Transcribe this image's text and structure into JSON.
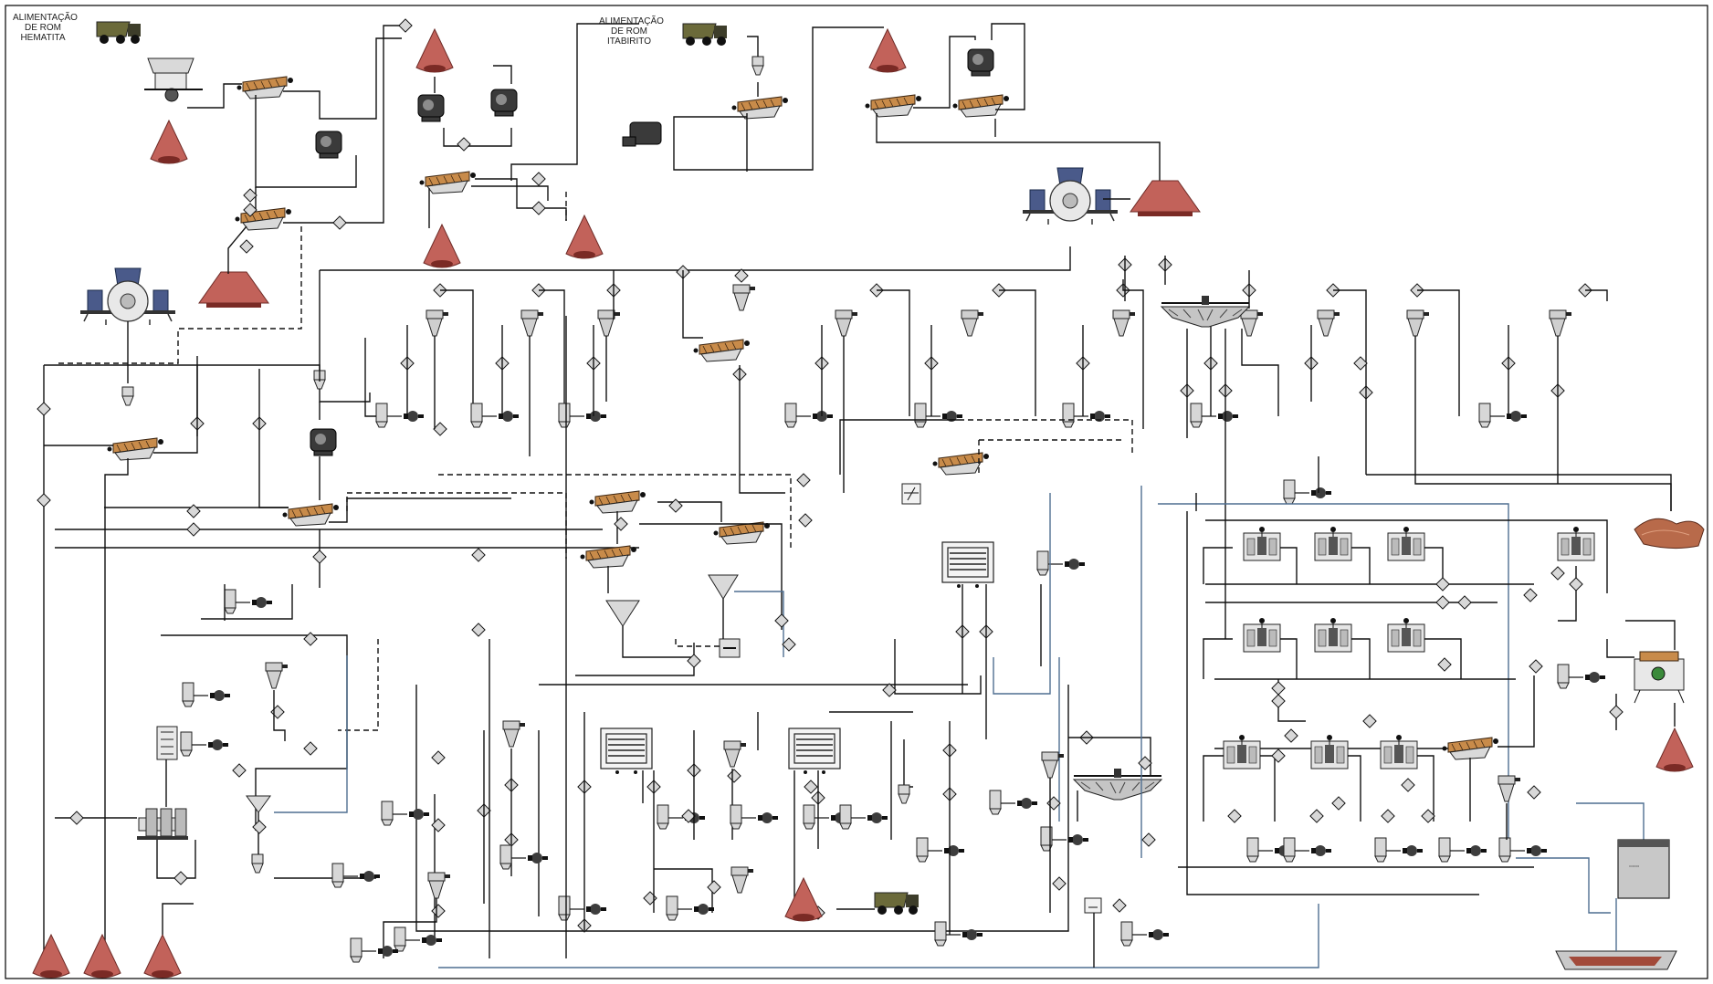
{
  "feed_labels": {
    "hematita": [
      "ALIMENTAÇÃO",
      "DE ROM",
      "HEMATITA"
    ],
    "itabirito": [
      "ALIMENTAÇÃO",
      "DE ROM",
      "ITABIRITO"
    ]
  },
  "colors": {
    "stockpile": "#c2625a",
    "screen_deck": "#c88b4a",
    "mill_hopper": "#4a5a8a",
    "pipe": "#111111",
    "water_line": "#4f6f91"
  },
  "icons": [
    "truck-icon",
    "stockpile-icon",
    "vibrating-screen-icon",
    "crusher-icon",
    "ball-mill-icon",
    "hydrocyclone-icon",
    "pump-icon",
    "sump-icon",
    "disc-filter-icon",
    "flotation-cell-icon",
    "thickener-icon",
    "magnetic-separator-icon",
    "spiral-icon",
    "storage-bin-icon",
    "tailings-pond-icon"
  ]
}
